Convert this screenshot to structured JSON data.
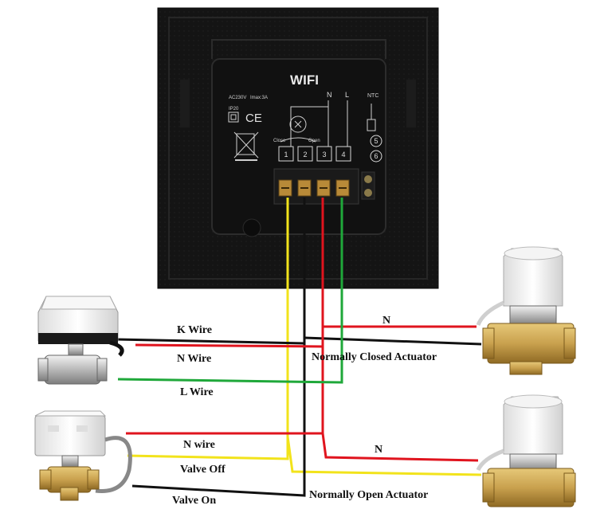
{
  "thermostat": {
    "title": "WIFI",
    "rating_voltage": "AC230V",
    "rating_current": "Imax:3A",
    "ip_rating": "IP20",
    "ce_mark": "CE",
    "terminal_n": "N",
    "terminal_l": "L",
    "ntc": "NTC",
    "close": "Close",
    "open": "Open",
    "terminals": [
      "1",
      "2",
      "3",
      "4"
    ],
    "sensor_terminals": [
      "5",
      "6"
    ]
  },
  "labels": {
    "k_wire": "K Wire",
    "n_wire_top": "N Wire",
    "l_wire": "L Wire",
    "n_wire_bottom": "N wire",
    "valve_off": "Valve Off",
    "valve_on": "Valve On",
    "n_top_right": "N",
    "n_bottom_right": "N",
    "normally_closed": "Normally Closed Actuator",
    "normally_open": "Normally Open Actuator"
  },
  "colors": {
    "black_wire": "#111111",
    "red_wire": "#e0141e",
    "green_wire": "#1fa83a",
    "yellow_wire": "#f2e31b",
    "panel": "#161616",
    "brass": "#c9a14e"
  }
}
